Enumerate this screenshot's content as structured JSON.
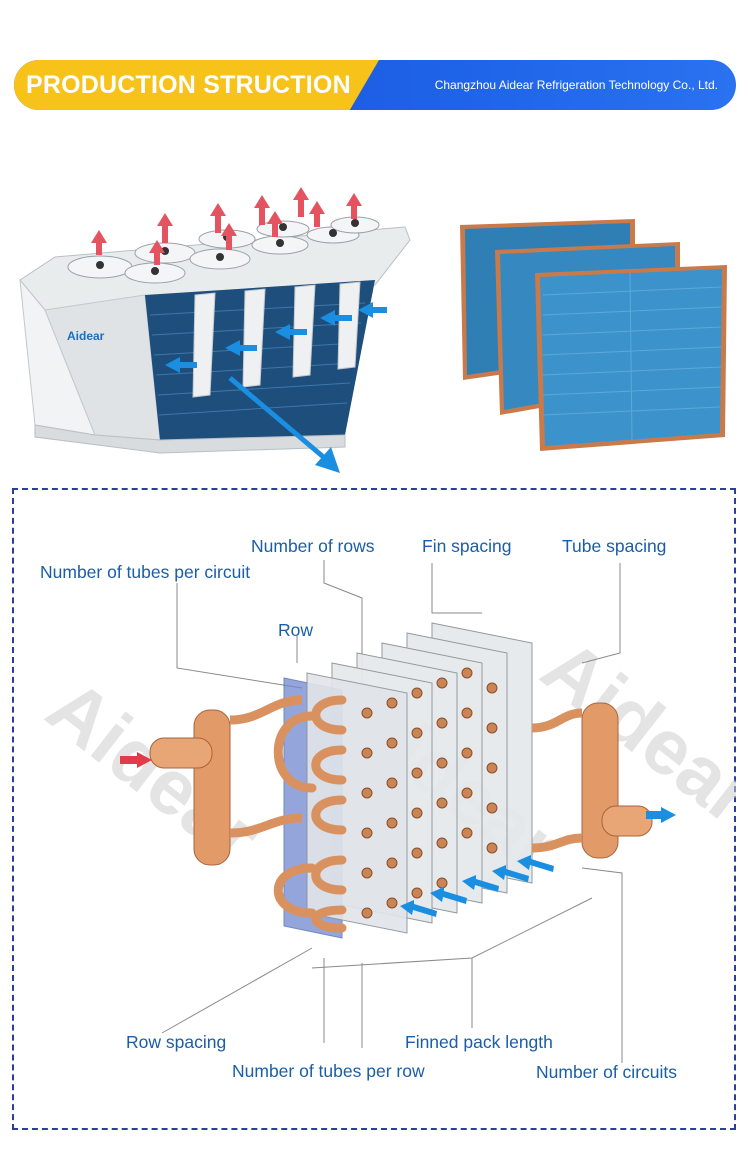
{
  "banner": {
    "title": "PRODUCTION STRUCTION",
    "company": "Changzhou Aidear Refrigeration Technology Co., Ltd."
  },
  "brand": {
    "logo_text": "Aidear",
    "watermark": "Aidear"
  },
  "colors": {
    "banner_yellow": "#f7c21a",
    "banner_blue": "#1e63e8",
    "label_blue": "#1a5ea8",
    "copper": "#d98a5a",
    "fin_blue": "#2a6fa8",
    "arrow_red": "#e33b4a",
    "arrow_blue": "#1a8ee0",
    "dashed_border": "#2c3e9c"
  },
  "diagram": {
    "labels": {
      "rows": "Number of rows",
      "fin_spacing": "Fin spacing",
      "tube_spacing": "Tube spacing",
      "tubes_per_circuit": "Number of tubes per circuit",
      "row": "Row",
      "row_spacing": "Row spacing",
      "finned_pack_length": "Finned pack length",
      "tubes_per_row": "Number of tubes per row",
      "circuits": "Number of circuits"
    }
  }
}
